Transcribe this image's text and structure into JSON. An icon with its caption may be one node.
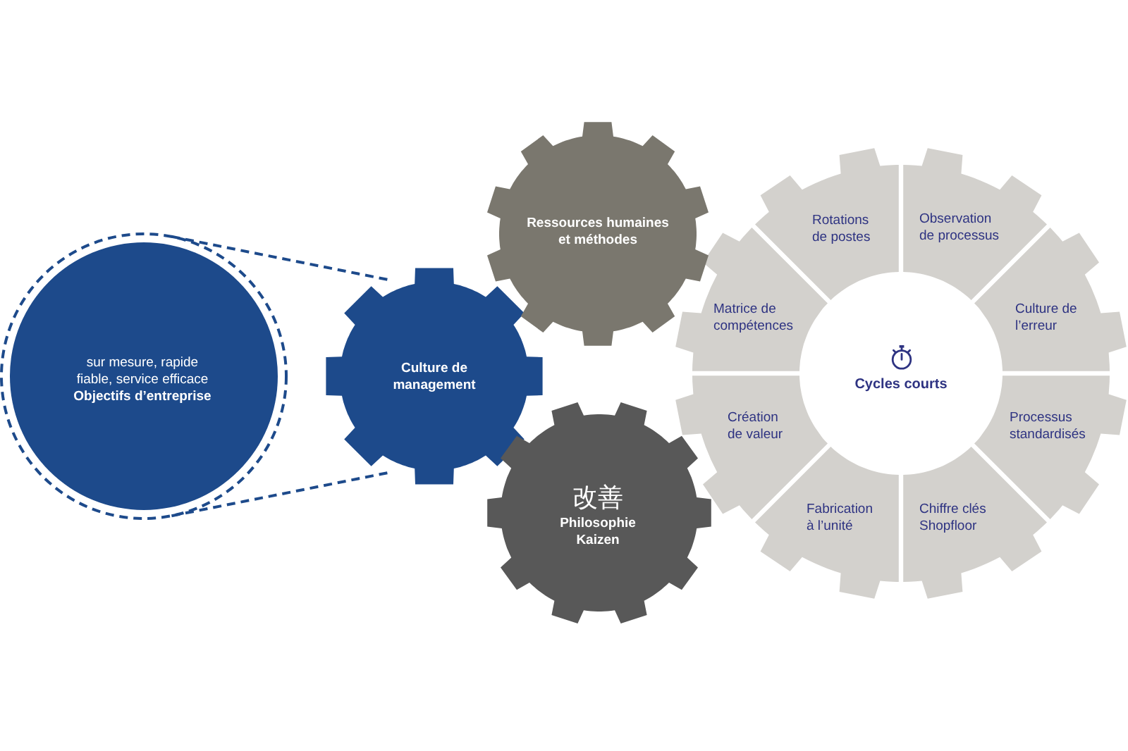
{
  "diagram": {
    "nodes": [
      {
        "text": [
          "sur mesure, rapide fiable, service efficace",
          "Objectifs d’entreprise"
        ]
      },
      {
        "text": [
          "Culture de management"
        ]
      },
      {
        "text": [
          "Ressources humaines et méthodes"
        ]
      },
      {
        "text": [
          "改善",
          "Philosophie Kaizen"
        ]
      },
      {
        "text": [
          "Rotations de postes"
        ]
      },
      {
        "text": [
          "Observation de processus"
        ]
      },
      {
        "text": [
          "Matrice de compétences"
        ]
      },
      {
        "text": [
          "Culture de l’erreur"
        ]
      },
      {
        "text": [
          "Cycles courts"
        ]
      },
      {
        "text": [
          "Création de valeur"
        ]
      },
      {
        "text": [
          "Processus standardisés"
        ]
      },
      {
        "text": [
          "Fabrication à l’unité"
        ]
      },
      {
        "text": [
          "Chiffre clés Shopfloor"
        ]
      }
    ],
    "edges": [
      {
        "from": 0,
        "to": 1,
        "arrow": "none",
        "style": "dashed"
      },
      {
        "from": 0,
        "to": 1,
        "arrow": "none",
        "style": "dashed"
      }
    ]
  }
}
